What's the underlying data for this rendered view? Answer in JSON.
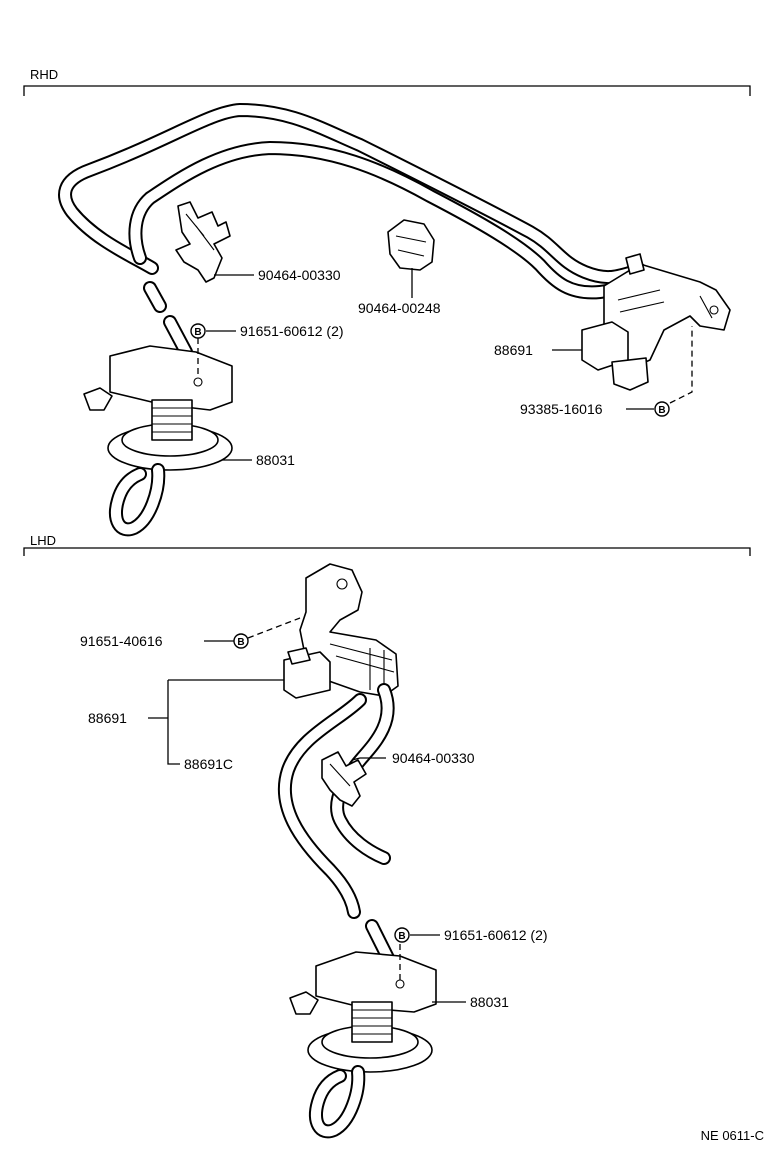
{
  "sections": {
    "rhd": {
      "label": "RHD"
    },
    "lhd": {
      "label": "LHD"
    }
  },
  "rhd_parts": {
    "clamp": "90464-00330",
    "clip": "90464-00248",
    "bolt": "91651-60612 (2)",
    "vsv": "88691",
    "bolt2": "93385-16016",
    "actuator": "88031"
  },
  "lhd_parts": {
    "bolt": "91651-40616",
    "vsv": "88691",
    "vsv_sub": "88691C",
    "clamp": "90464-00330",
    "bolt2": "91651-60612 (2)",
    "actuator": "88031"
  },
  "markers": {
    "bolt_symbol": "B"
  },
  "figure_code": "NE 0611-C"
}
